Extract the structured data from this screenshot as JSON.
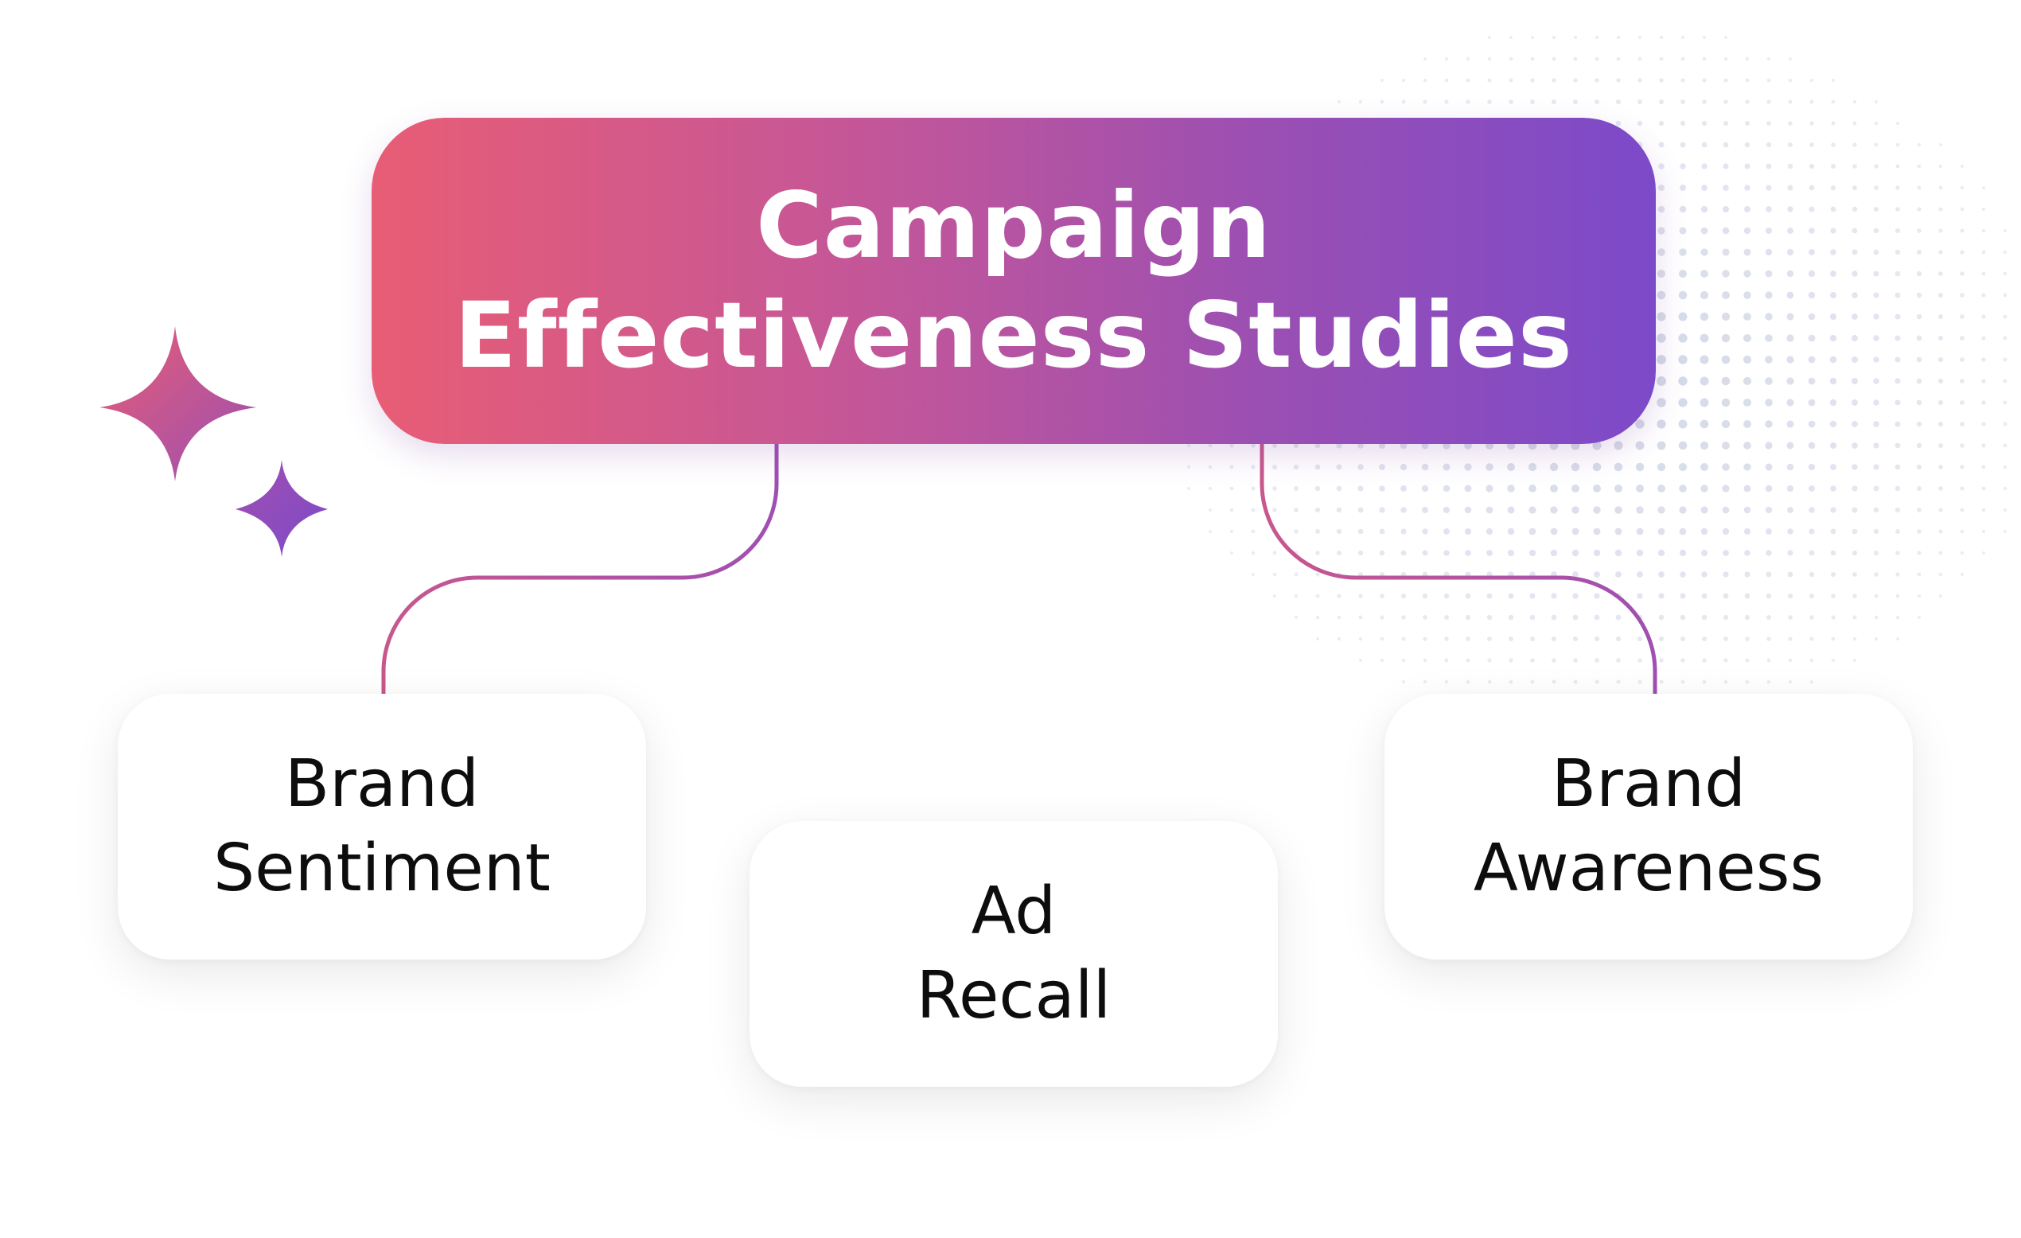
{
  "root": {
    "title_line1": "Campaign",
    "title_line2": "Effectiveness Studies"
  },
  "children": [
    {
      "line1": "Brand",
      "line2": "Sentiment"
    },
    {
      "line1": "Ad",
      "line2": "Recall"
    },
    {
      "line1": "Brand",
      "line2": "Awareness"
    }
  ],
  "colors": {
    "gradient_start": "#e85d75",
    "gradient_end": "#7c4ac9",
    "dots": "#c9cfe2"
  },
  "decorations": [
    "sparkle-icon",
    "sparkle-icon",
    "dot-pattern"
  ]
}
